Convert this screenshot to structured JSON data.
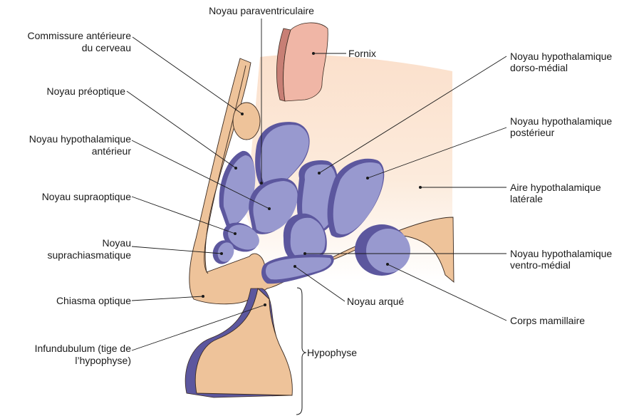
{
  "colors": {
    "tissue": "#eec39a",
    "tissue_stroke": "#3a2a20",
    "nucleus_fill": "#9899cf",
    "nucleus_shadow": "#5c579e",
    "fornix_fill": "#f0b6a6",
    "fornix_side": "#c87f75",
    "gradient_top": "#fbe0cc",
    "gradient_bottom": "#ffffff",
    "leader": "#1a1a1a"
  },
  "labels": {
    "paraventricular": "Noyau paraventriculaire",
    "fornix": "Fornix",
    "commissure_line1": "Commissure antérieure",
    "commissure_line2": "du cerveau",
    "preoptic": "Noyau préoptique",
    "anterior_line1": "Noyau hypothalamique",
    "anterior_line2": "antérieur",
    "supraoptic": "Noyau supraoptique",
    "suprachiasmatic_line1": "Noyau",
    "suprachiasmatic_line2": "suprachiasmatique",
    "chiasm": "Chiasma optique",
    "infundibulum_line1": "Infundubulum (tige de",
    "infundibulum_line2": "l’hypophyse)",
    "hypophysis": "Hypophyse",
    "dorsomedial_line1": "Noyau hypothalamique",
    "dorsomedial_line2": "dorso-médial",
    "posterior_line1": "Noyau hypothalamique",
    "posterior_line2": "postérieur",
    "lateral_line1": "Aire hypothalamique",
    "lateral_line2": "latérale",
    "ventromedial_line1": "Noyau hypothalamique",
    "ventromedial_line2": "ventro-médial",
    "arcuate": "Noyau arqué",
    "mammillary": "Corps mamillaire"
  }
}
